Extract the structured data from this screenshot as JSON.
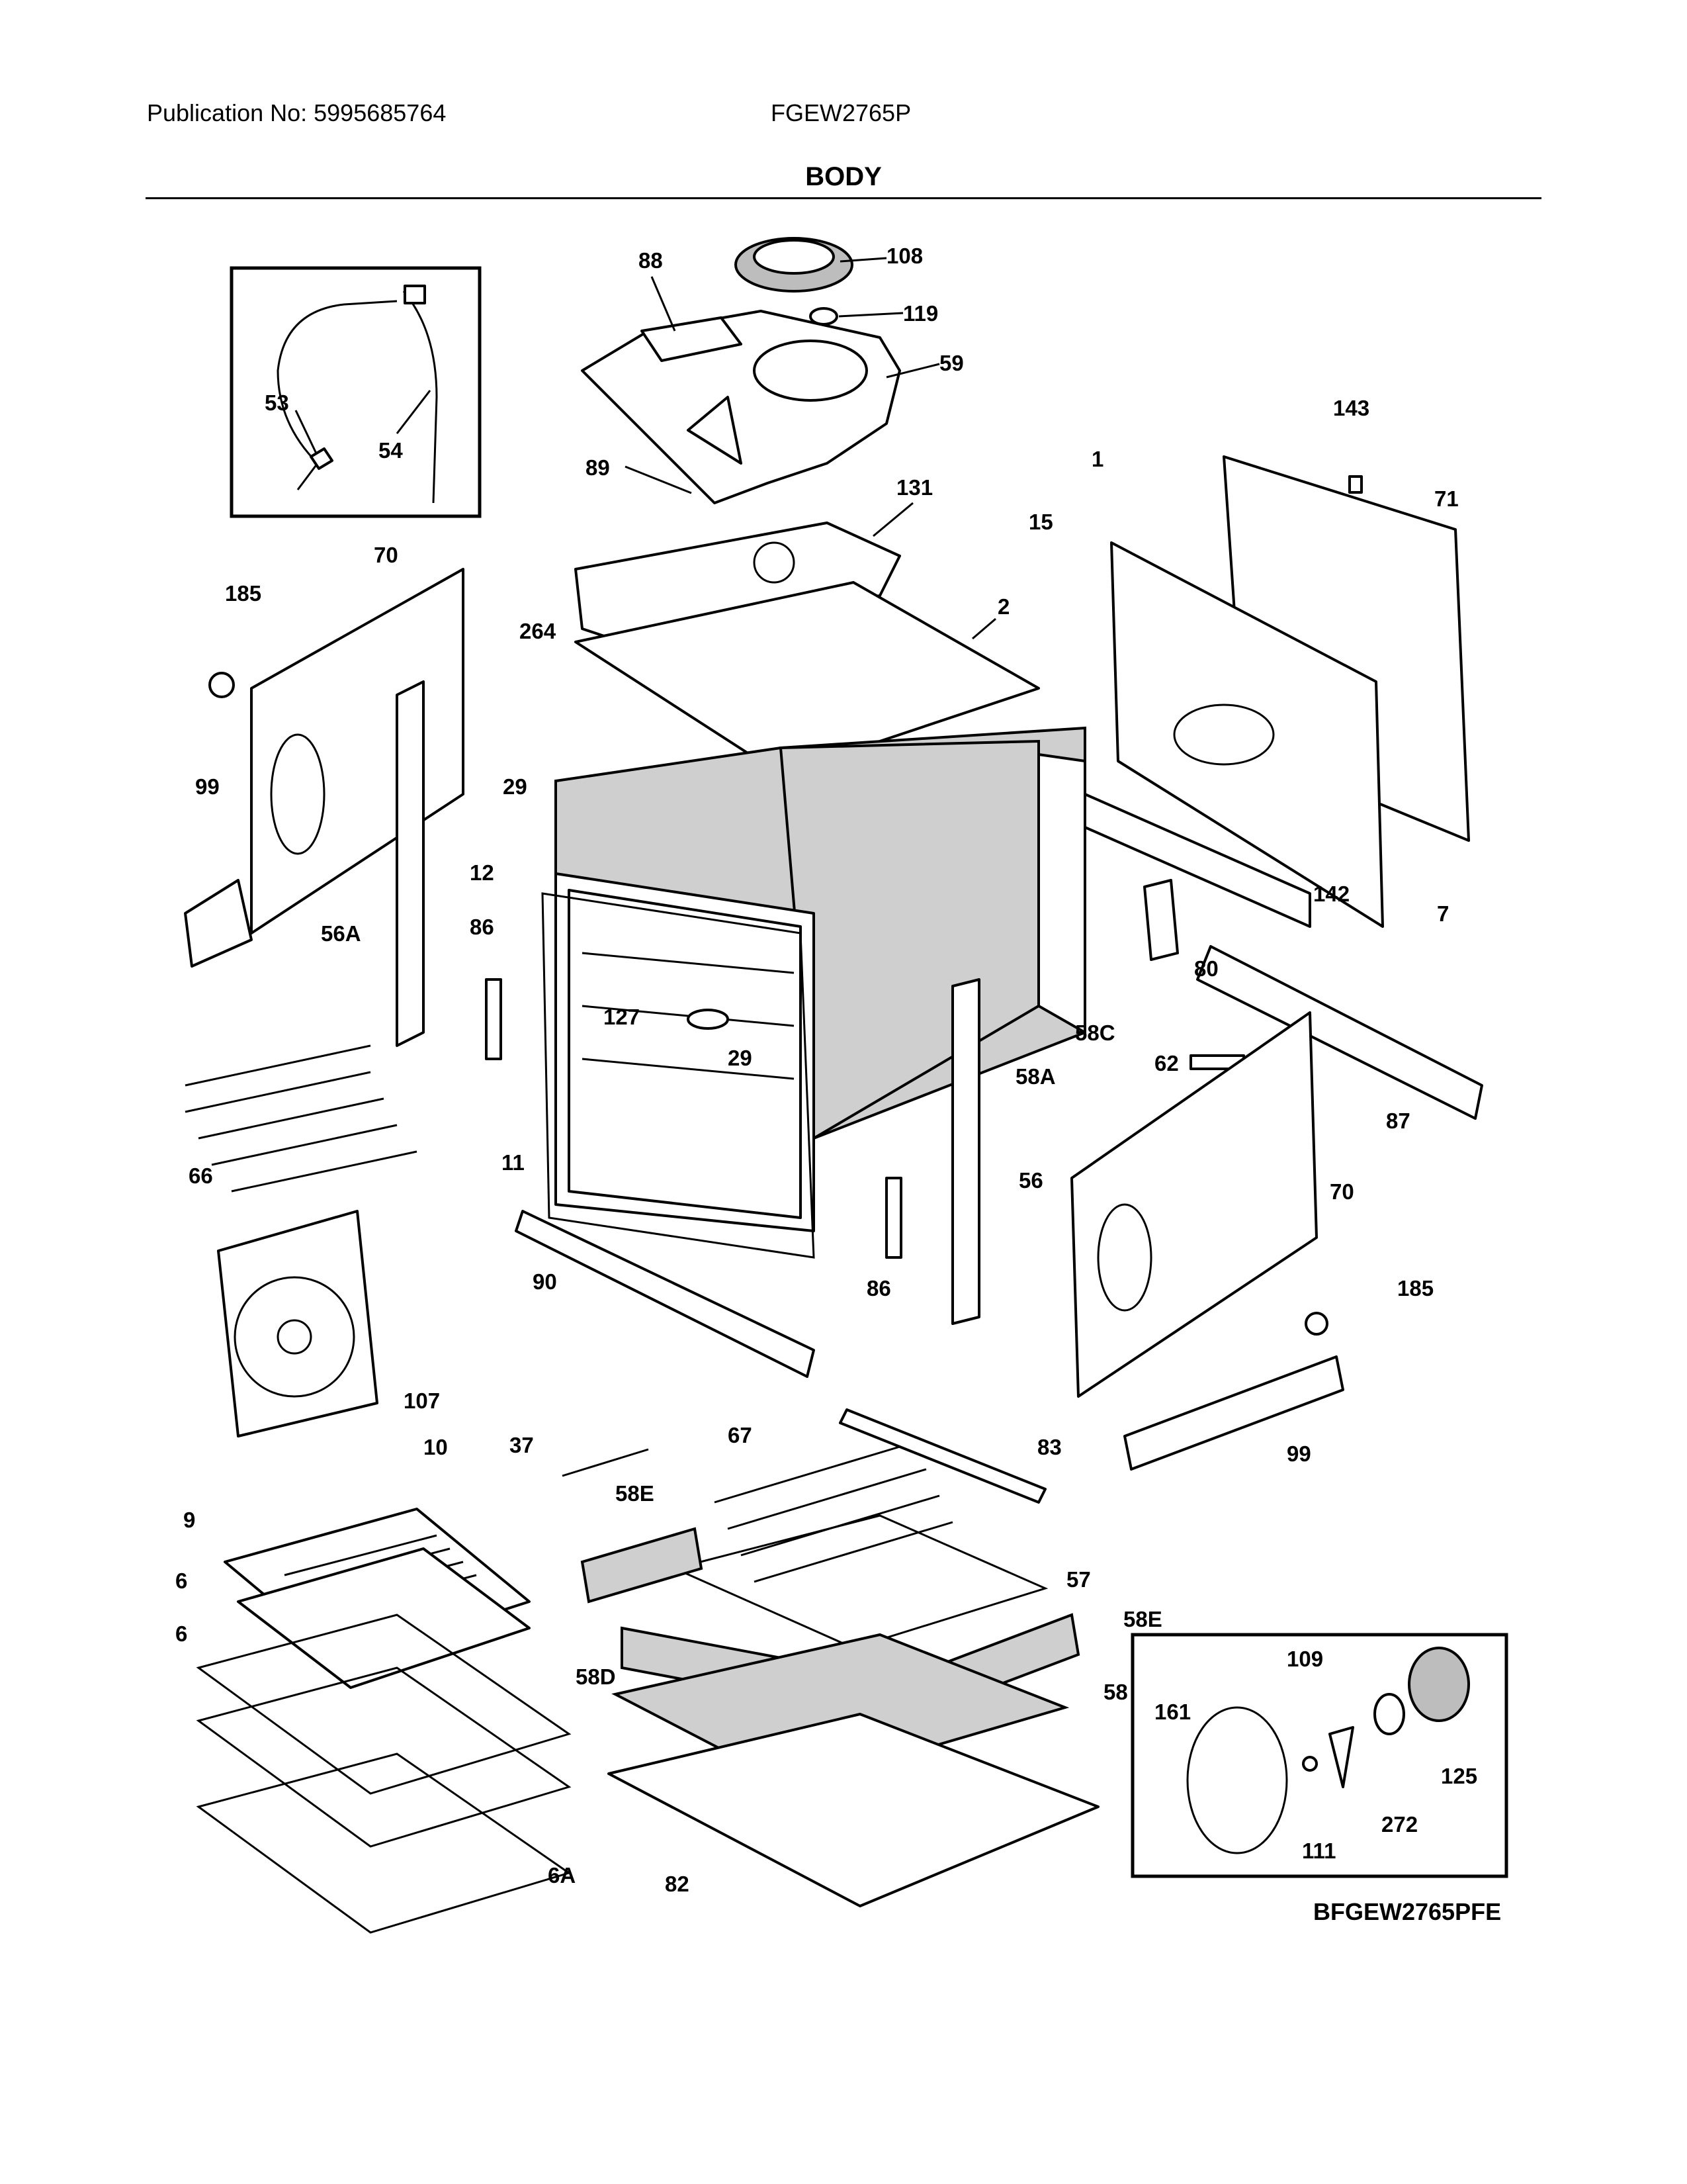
{
  "header": {
    "publication": "Publication No:  5995685764",
    "model": "FGEW2765P",
    "section": "BODY"
  },
  "diagram_code": "BFGEW2765PFE",
  "callouts": {
    "c108": "108",
    "c88": "88",
    "c119": "119",
    "c59": "59",
    "c53": "53",
    "c54": "54",
    "c143": "143",
    "c89": "89",
    "c131": "131",
    "c1": "1",
    "c71": "71",
    "c15": "15",
    "c70a": "70",
    "c185a": "185",
    "c2": "2",
    "c264": "264",
    "c99a": "99",
    "c29a": "29",
    "c12": "12",
    "c86a": "86",
    "c56A": "56A",
    "c142": "142",
    "c7": "7",
    "c80": "80",
    "c127": "127",
    "c29b": "29",
    "c58C": "58C",
    "c62": "62",
    "c58A": "58A",
    "c87": "87",
    "c66": "66",
    "c11": "11",
    "c56": "56",
    "c70b": "70",
    "c90": "90",
    "c86b": "86",
    "c185b": "185",
    "c107": "107",
    "c99b": "99",
    "c37": "37",
    "c67": "67",
    "c83": "83",
    "c10": "10",
    "c58Ea": "58E",
    "c9": "9",
    "c57": "57",
    "c6a": "6",
    "c58Eb": "58E",
    "c6b": "6",
    "c58D": "58D",
    "c109": "109",
    "c58": "58",
    "c161": "161",
    "c125": "125",
    "c272": "272",
    "c111": "111",
    "c6A": "6A",
    "c82": "82"
  }
}
